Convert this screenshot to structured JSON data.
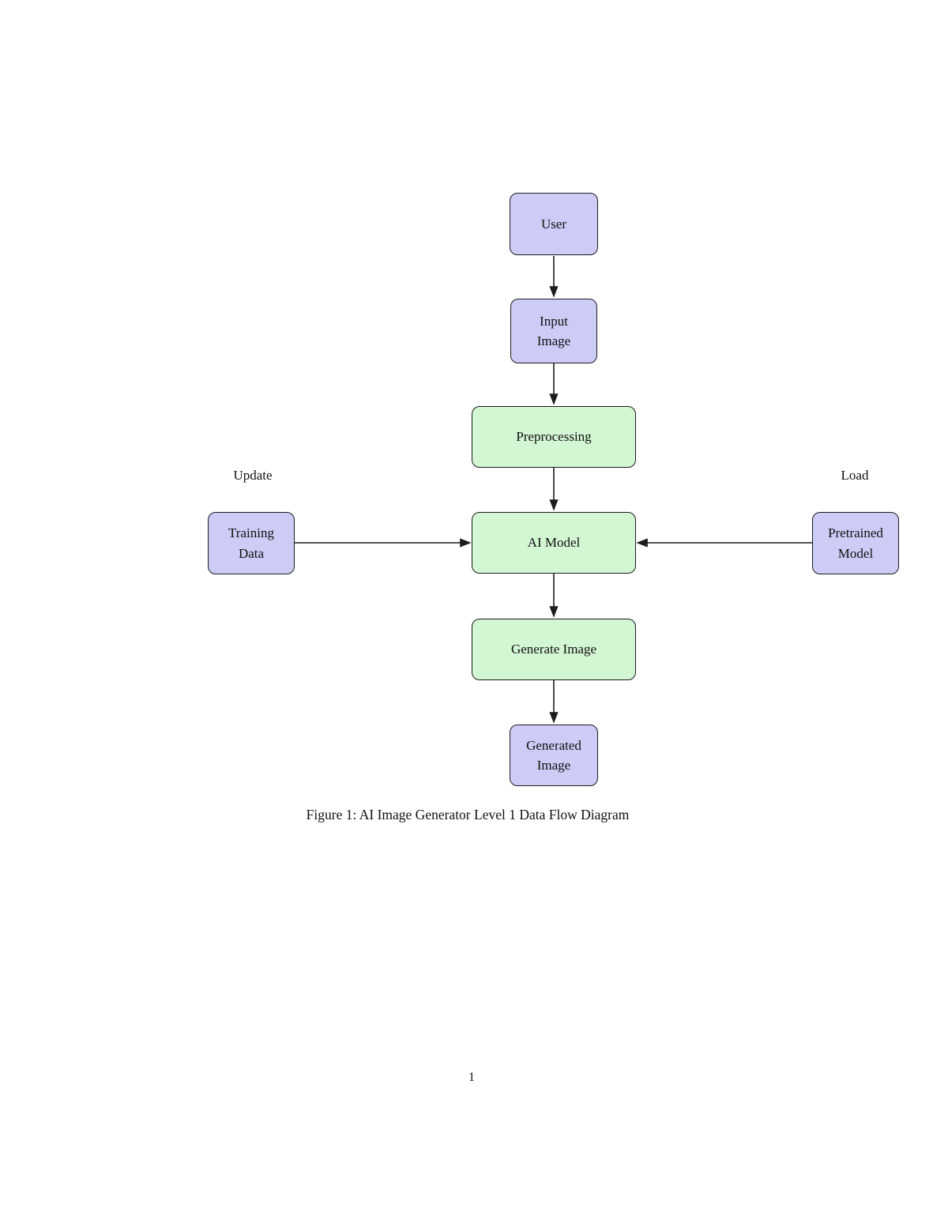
{
  "page": {
    "caption": "Figure 1: AI Image Generator Level 1 Data Flow Diagram",
    "page_number": "1"
  },
  "diagram": {
    "colors": {
      "entity_fill": "#ccccf6",
      "process_fill": "#d3f6d3",
      "border": "#1c1c1c",
      "arrow": "#1c1c1c"
    },
    "nodes": {
      "user": {
        "label": "User",
        "type": "entity"
      },
      "input_image": {
        "label": "Input\nImage",
        "type": "entity"
      },
      "preprocessing": {
        "label": "Preprocessing",
        "type": "process"
      },
      "ai_model": {
        "label": "AI Model",
        "type": "process"
      },
      "training_data": {
        "label": "Training\nData",
        "type": "entity"
      },
      "pretrained_model": {
        "label": "Pretrained\nModel",
        "type": "entity"
      },
      "generate_image": {
        "label": "Generate Image",
        "type": "process"
      },
      "generated_image": {
        "label": "Generated\nImage",
        "type": "entity"
      }
    },
    "edge_labels": {
      "update": "Update",
      "load": "Load"
    },
    "edges": [
      {
        "from": "user",
        "to": "input_image"
      },
      {
        "from": "input_image",
        "to": "preprocessing"
      },
      {
        "from": "preprocessing",
        "to": "ai_model"
      },
      {
        "from": "training_data",
        "to": "ai_model",
        "label": "Update"
      },
      {
        "from": "pretrained_model",
        "to": "ai_model",
        "label": "Load"
      },
      {
        "from": "ai_model",
        "to": "generate_image"
      },
      {
        "from": "generate_image",
        "to": "generated_image"
      }
    ]
  }
}
